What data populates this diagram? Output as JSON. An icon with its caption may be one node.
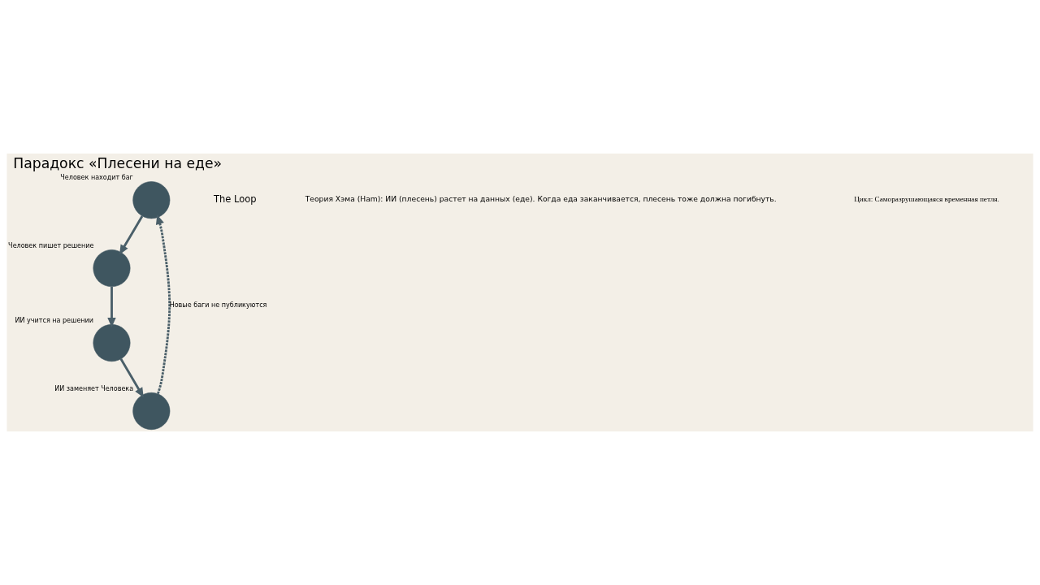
{
  "diagram": {
    "title": "Парадокс «Плесени на еде»",
    "nodes": [
      {
        "text": [],
        "shape": "circle",
        "beside": [
          "Человек находит баг"
        ]
      },
      {
        "text": [],
        "shape": "circle",
        "beside": [
          "Человек пишет решение"
        ]
      },
      {
        "text": [],
        "shape": "circle",
        "beside": [
          "ИИ учится на решении"
        ]
      },
      {
        "text": [],
        "shape": "circle",
        "beside": [
          "ИИ заменяет Человека"
        ]
      }
    ],
    "edges": [
      {
        "from": 0,
        "to": 1,
        "arrow": "to"
      },
      {
        "from": 1,
        "to": 2,
        "arrow": "to"
      },
      {
        "from": 2,
        "to": 3,
        "arrow": "to"
      },
      {
        "from": 3,
        "to": 0,
        "arrow": "to",
        "style": "dashed",
        "label": "Новые баги не публикуются"
      }
    ],
    "labels": [
      "The Loop",
      "Теория Хэма (Ham): ИИ (плесень) растет на данных (еде). Когда еда заканчивается, плесень тоже должна погибнуть.",
      "Цикл: Саморазрушающаяся временная петля."
    ]
  }
}
